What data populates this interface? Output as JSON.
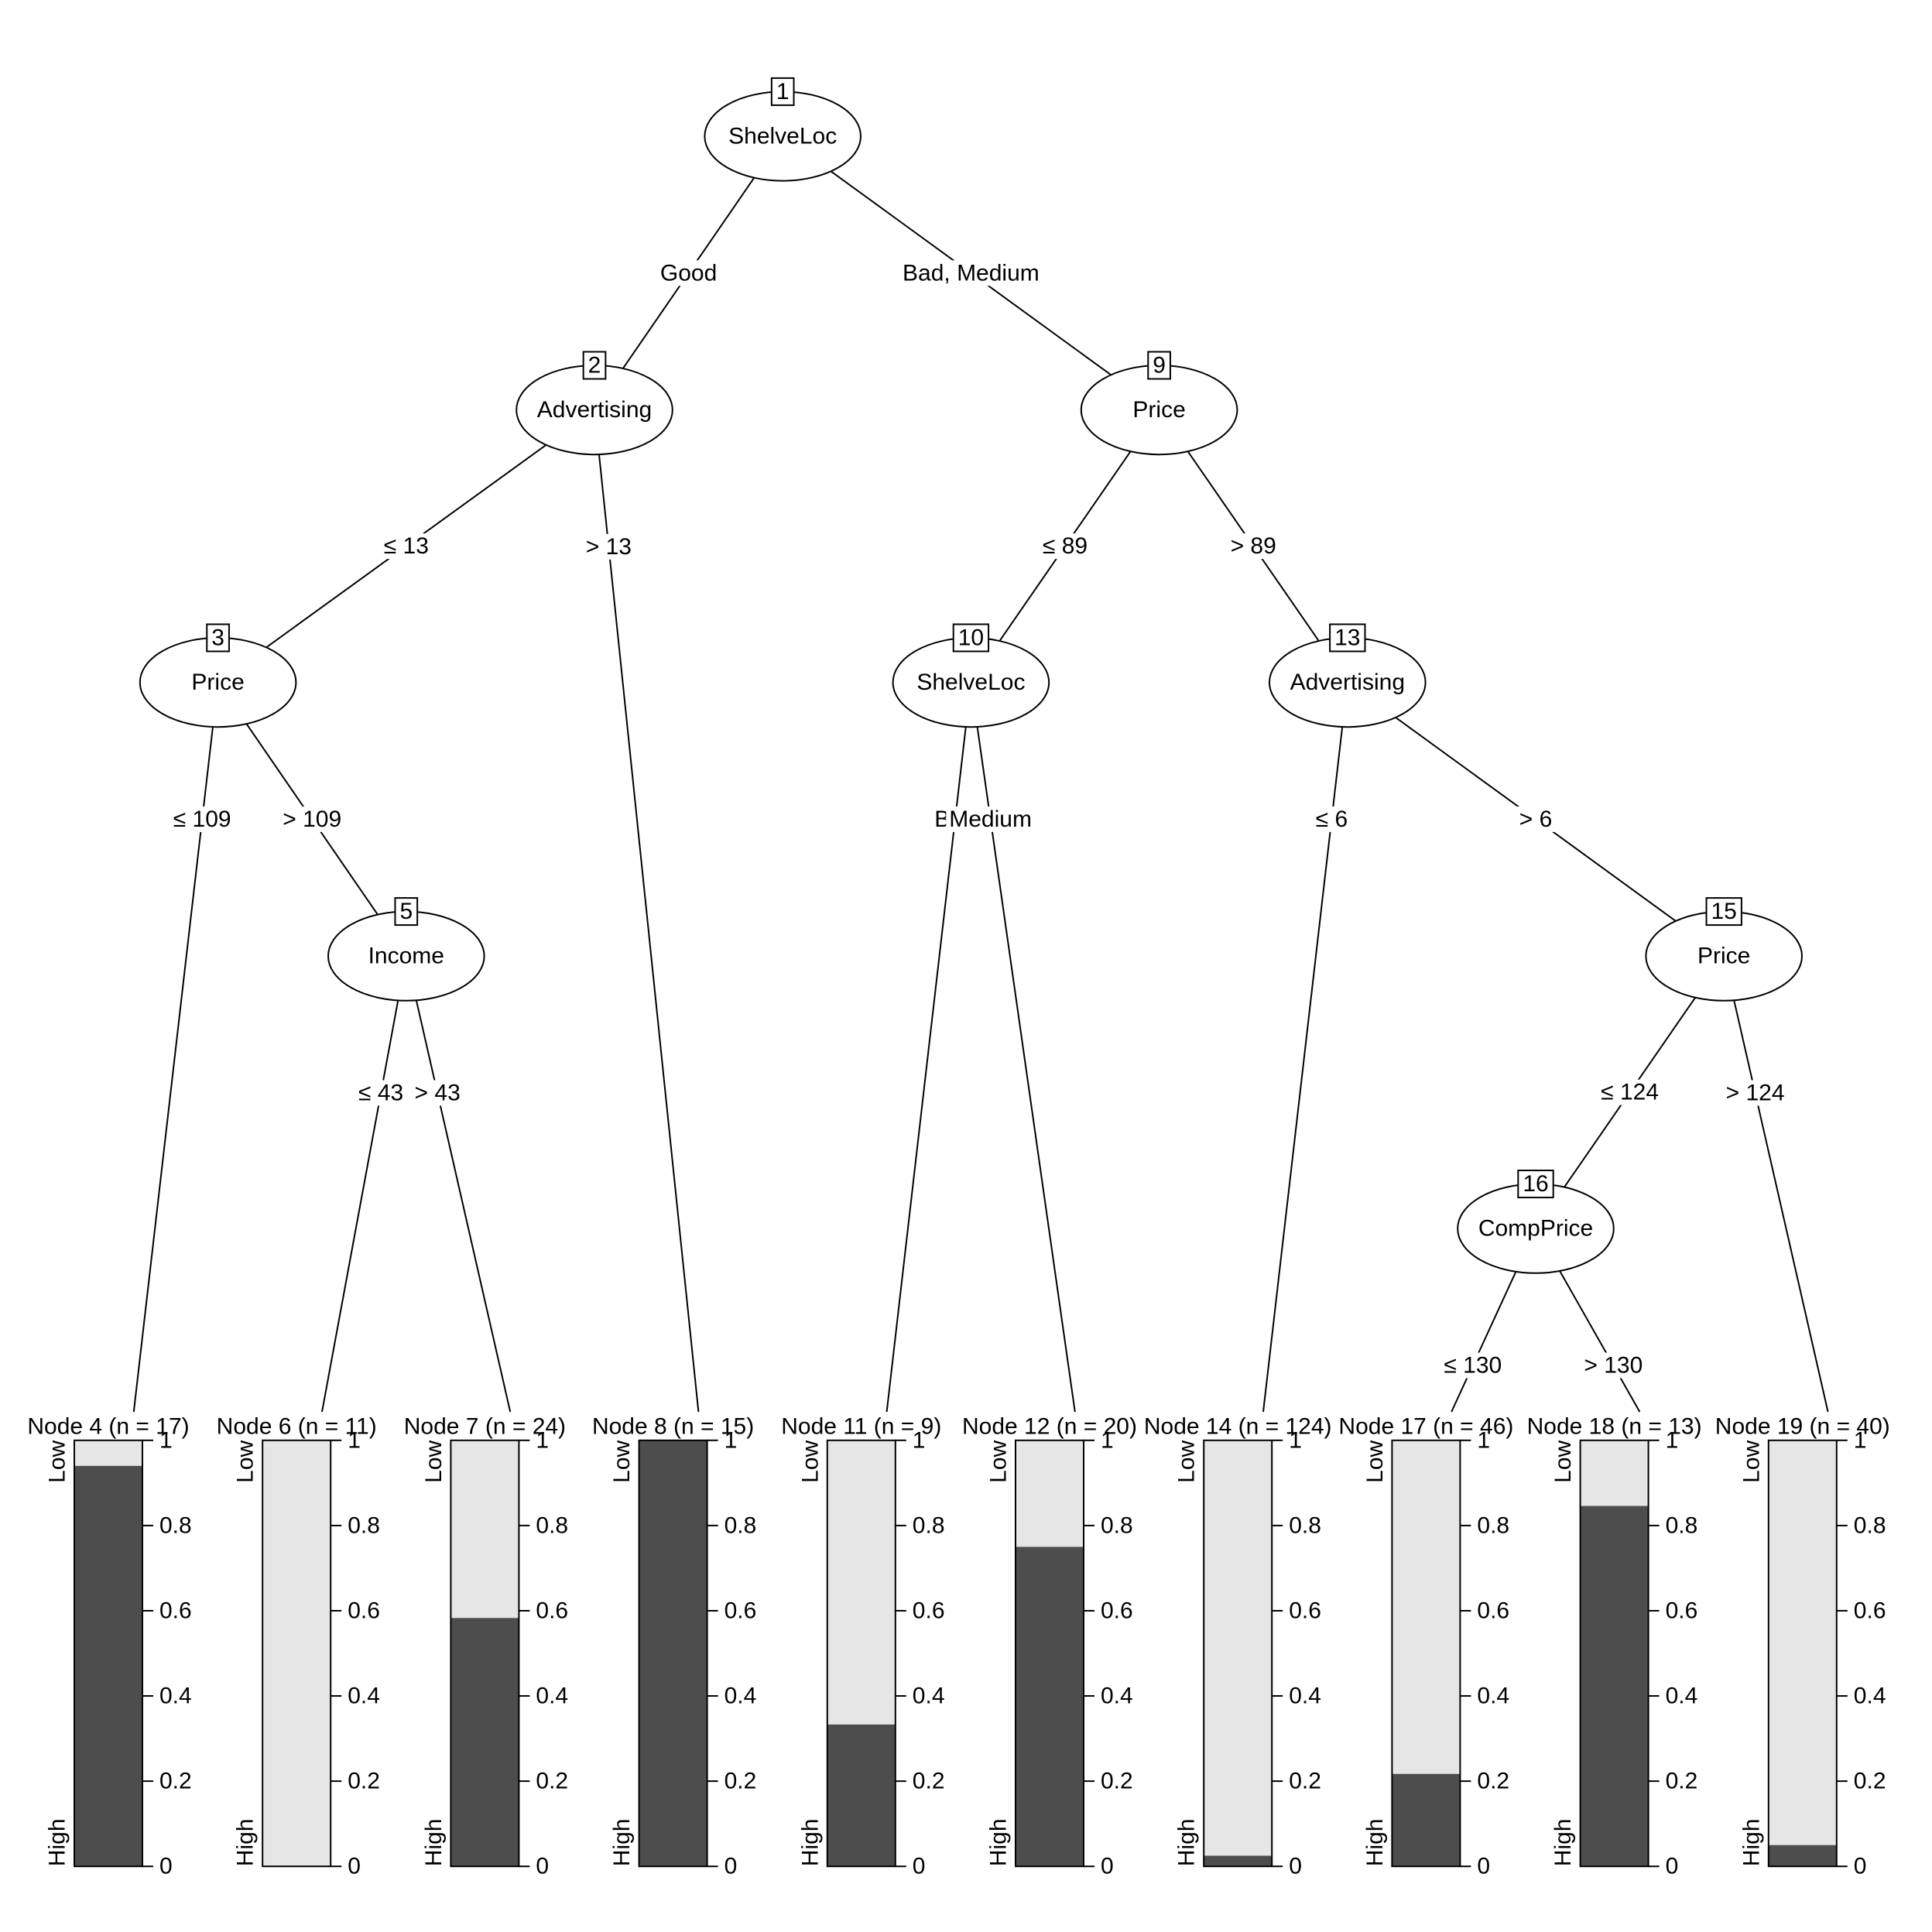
{
  "colors": {
    "high": "#4d4d4d",
    "low": "#e6e6e6",
    "line": "#000000",
    "background": "#ffffff"
  },
  "inner_nodes": [
    {
      "id": 1,
      "id_label": "1",
      "label": "ShelveLoc"
    },
    {
      "id": 2,
      "id_label": "2",
      "label": "Advertising"
    },
    {
      "id": 3,
      "id_label": "3",
      "label": "Price"
    },
    {
      "id": 5,
      "id_label": "5",
      "label": "Income"
    },
    {
      "id": 9,
      "id_label": "9",
      "label": "Price"
    },
    {
      "id": 10,
      "id_label": "10",
      "label": "ShelveLoc"
    },
    {
      "id": 13,
      "id_label": "13",
      "label": "Advertising"
    },
    {
      "id": 15,
      "id_label": "15",
      "label": "Price"
    },
    {
      "id": 16,
      "id_label": "16",
      "label": "CompPrice"
    }
  ],
  "edges": [
    {
      "from": 1,
      "to": 2,
      "label": "Good"
    },
    {
      "from": 1,
      "to": 9,
      "label": "Bad, Medium"
    },
    {
      "from": 2,
      "to": 3,
      "label": "≤ 13"
    },
    {
      "from": 2,
      "to": 8,
      "label": "> 13"
    },
    {
      "from": 3,
      "to": 4,
      "label": "≤ 109"
    },
    {
      "from": 3,
      "to": 5,
      "label": "> 109"
    },
    {
      "from": 5,
      "to": 6,
      "label": "≤ 43"
    },
    {
      "from": 5,
      "to": 7,
      "label": "> 43"
    },
    {
      "from": 9,
      "to": 10,
      "label": "≤ 89"
    },
    {
      "from": 9,
      "to": 13,
      "label": "> 89"
    },
    {
      "from": 10,
      "to": 11,
      "label": "Bad"
    },
    {
      "from": 10,
      "to": 12,
      "label": "Medium"
    },
    {
      "from": 13,
      "to": 14,
      "label": "≤ 6"
    },
    {
      "from": 13,
      "to": 15,
      "label": "> 6"
    },
    {
      "from": 15,
      "to": 16,
      "label": "≤ 124"
    },
    {
      "from": 15,
      "to": 19,
      "label": "> 124"
    },
    {
      "from": 16,
      "to": 17,
      "label": "≤ 130"
    },
    {
      "from": 16,
      "to": 18,
      "label": "> 130"
    }
  ],
  "leaf_nodes": [
    {
      "id": 4,
      "title": "Node 4 (n = 17)",
      "high_fraction": 0.94
    },
    {
      "id": 6,
      "title": "Node 6 (n = 11)",
      "high_fraction": 0.0
    },
    {
      "id": 7,
      "title": "Node 7 (n = 24)",
      "high_fraction": 0.583
    },
    {
      "id": 8,
      "title": "Node 8 (n = 15)",
      "high_fraction": 1.0
    },
    {
      "id": 11,
      "title": "Node 11 (n = 9)",
      "high_fraction": 0.333
    },
    {
      "id": 12,
      "title": "Node 12 (n = 20)",
      "high_fraction": 0.75
    },
    {
      "id": 14,
      "title": "Node 14 (n = 124)",
      "high_fraction": 0.025
    },
    {
      "id": 17,
      "title": "Node 17 (n = 46)",
      "high_fraction": 0.217
    },
    {
      "id": 18,
      "title": "Node 18 (n = 13)",
      "high_fraction": 0.846
    },
    {
      "id": 19,
      "title": "Node 19 (n = 40)",
      "high_fraction": 0.05
    }
  ],
  "bar_axis": {
    "class_top": "Low",
    "class_bottom": "High",
    "ticks": [
      "0",
      "0.2",
      "0.4",
      "0.6",
      "0.8",
      "1"
    ]
  }
}
